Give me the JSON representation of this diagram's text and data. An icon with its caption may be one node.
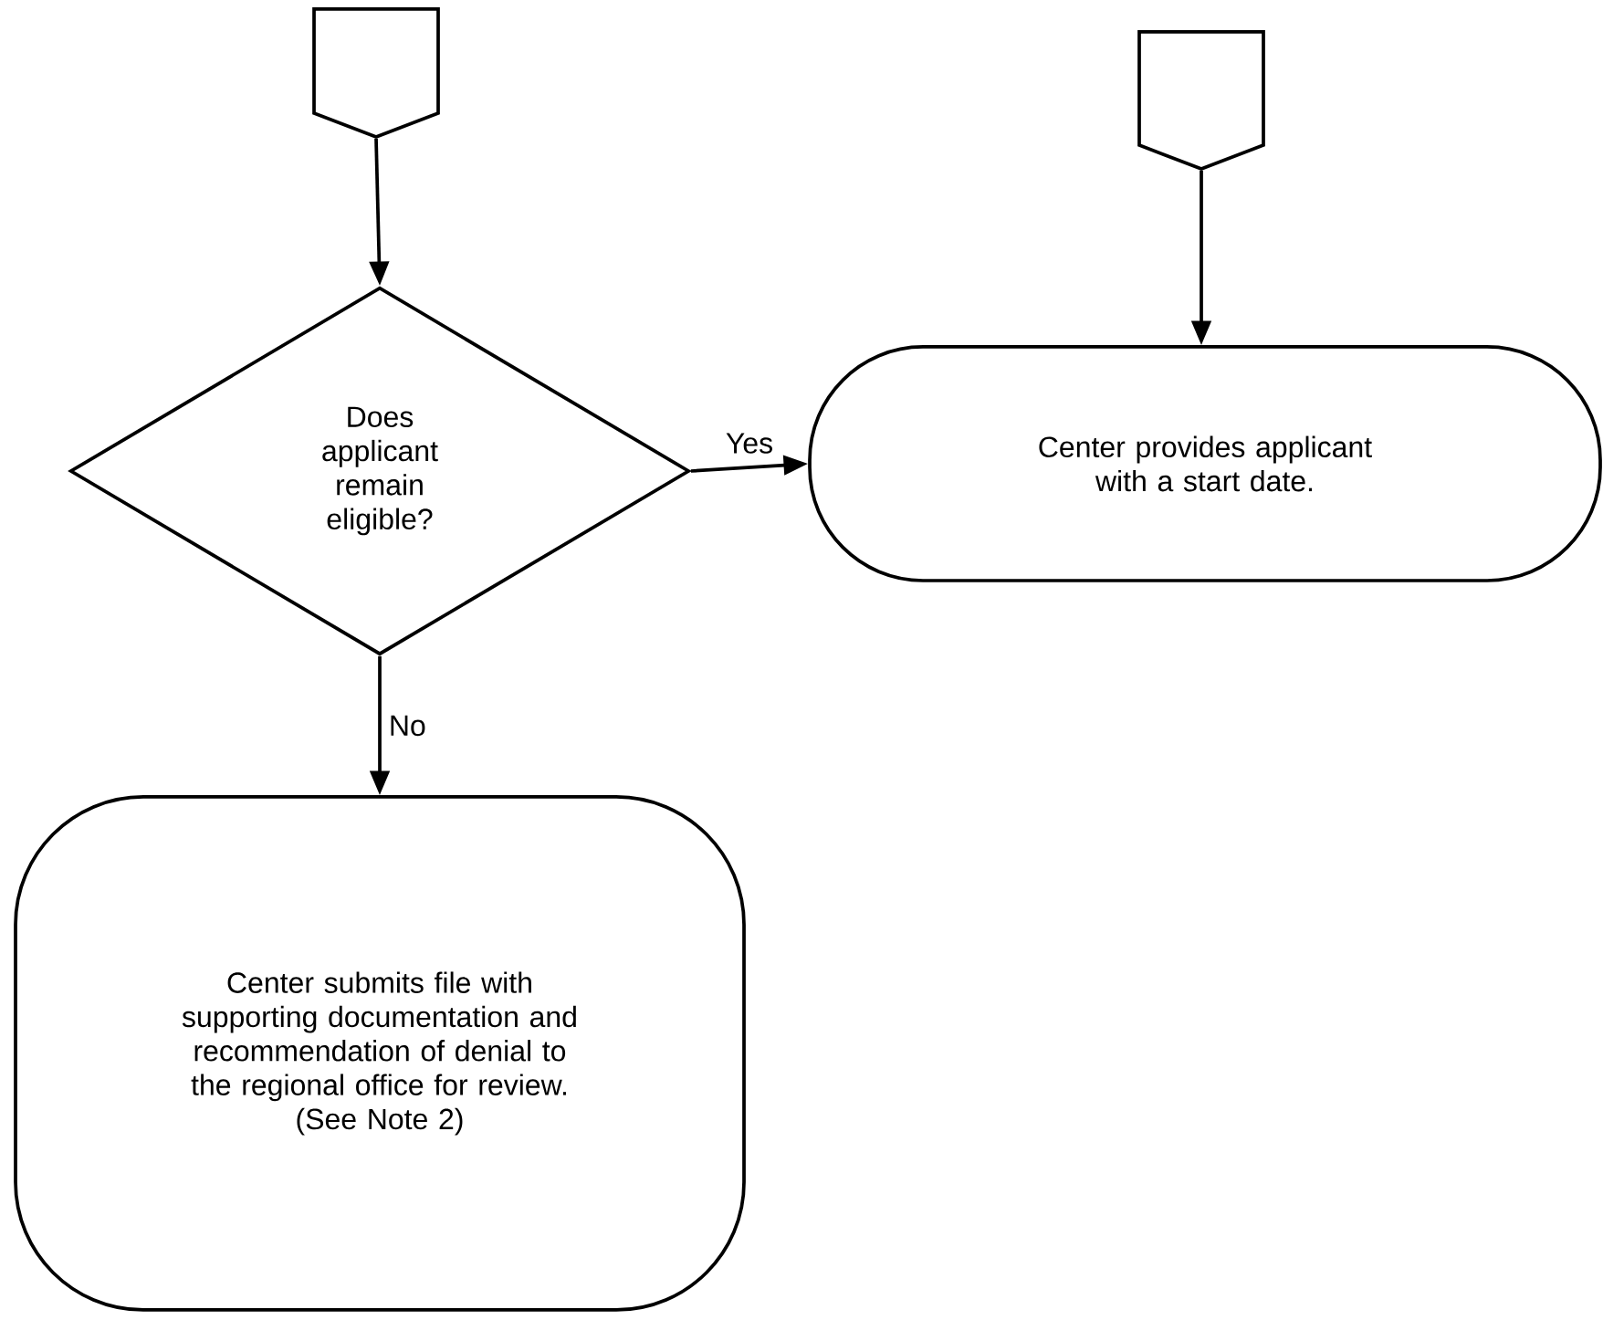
{
  "diagram": {
    "nodes": [
      {
        "text": [],
        "shape": "pentagon"
      },
      {
        "text": [],
        "shape": "pentagon"
      },
      {
        "text": [
          "Does applicant remain eligible?"
        ]
      },
      {
        "text": [
          "Center provides applicant with a start date."
        ]
      },
      {
        "text": [
          "Center submits file with supporting documentation and recommendation of denial to the regional office for review.",
          "(See Note 2)"
        ]
      }
    ],
    "edges": [
      {
        "from": 0,
        "to": 2,
        "arrow": "to"
      },
      {
        "from": 1,
        "to": 3,
        "arrow": "to"
      },
      {
        "from": 2,
        "to": 3,
        "arrow": "to",
        "label": "Yes"
      },
      {
        "from": 2,
        "to": 4,
        "arrow": "to",
        "label": "No"
      }
    ]
  }
}
